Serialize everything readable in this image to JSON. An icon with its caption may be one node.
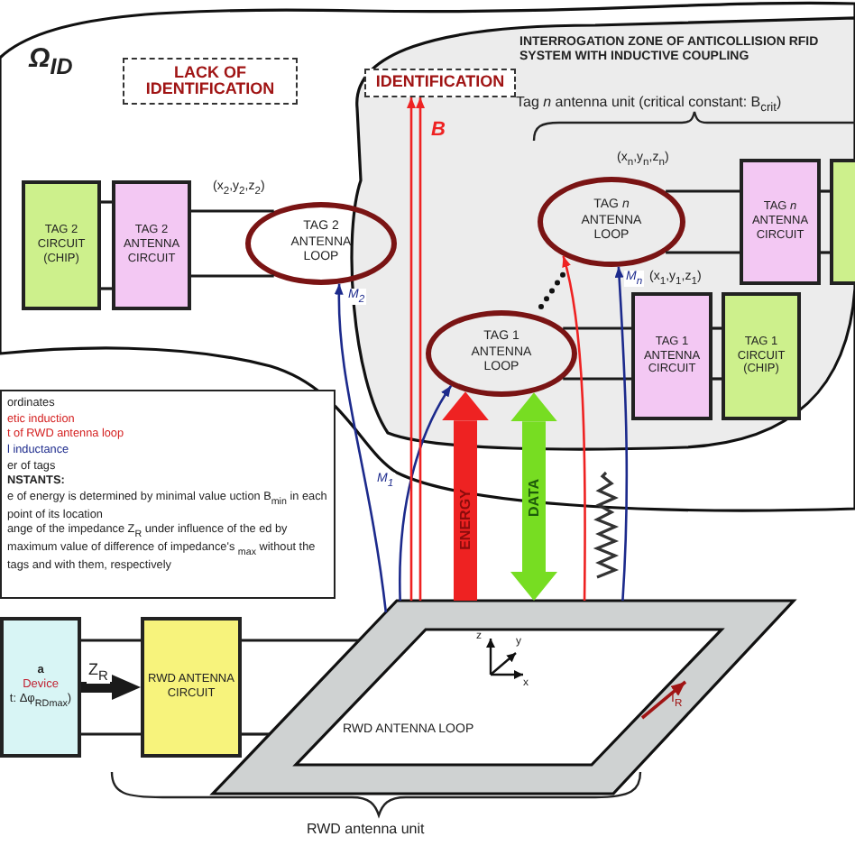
{
  "diagram": {
    "nodes": [
      {
        "text": [
          "Ω$_{ID}$"
        ]
      },
      {
        "text": [
          "LACK OF IDENTIFICATION"
        ],
        "in": 0
      },
      {
        "text": [
          "INTERROGATION ZONE OF ANTICOLLISION RFID SYSTEM WITH INDUCTIVE COUPLING"
        ],
        "in": 0
      },
      {
        "text": [
          "IDENTIFICATION"
        ],
        "in": 2
      },
      {
        "text": [
          "TAG 2 CIRCUIT (CHIP)"
        ],
        "in": 0
      },
      {
        "text": [
          "TAG 2 ANTENNA CIRCUIT"
        ],
        "in": 0
      },
      {
        "text": [
          "TAG 2 ANTENNA LOOP"
        ],
        "in": 0
      },
      {
        "text": [
          "TAG *n* ANTENNA LOOP"
        ],
        "in": 2
      },
      {
        "text": [
          "TAG *n* ANTENNA CIRCUIT"
        ],
        "in": 2
      },
      {
        "text": [],
        "shape": "box",
        "in": 2
      },
      {
        "text": [
          "TAG 1 ANTENNA LOOP"
        ],
        "in": 2
      },
      {
        "text": [
          "TAG 1 ANTENNA CIRCUIT"
        ],
        "in": 2
      },
      {
        "text": [
          "TAG 1 CIRCUIT (CHIP)"
        ],
        "in": 2
      },
      {
        "text": [
          "ordinates",
          "etic induction",
          "t of RWD antenna loop",
          "l inductance",
          "er of tags",
          "NSTANTS:",
          "e of energy is determined by minimal value uction B$_{min}$ in each point of its location",
          "ange of the impedance Z$_{R}$ under influence of the ed by maximum value of difference of impedance's $_{max}$ without the tags and with them, respectively"
        ]
      },
      {
        "text": [
          "a",
          "Device",
          "t: Δφ$_{RDmax}$)"
        ]
      },
      {
        "text": [
          "RWD ANTENNA CIRCUIT"
        ]
      },
      {
        "text": [
          "RWD ANTENNA LOOP"
        ]
      }
    ],
    "edges": [
      {
        "from": 4,
        "to": 5,
        "arrow": "none"
      },
      {
        "from": 4,
        "to": 5,
        "arrow": "none"
      },
      {
        "from": 5,
        "to": 6,
        "arrow": "none"
      },
      {
        "from": 5,
        "to": 6,
        "arrow": "none"
      },
      {
        "from": 7,
        "to": 8,
        "arrow": "none"
      },
      {
        "from": 7,
        "to": 8,
        "arrow": "none"
      },
      {
        "from": 8,
        "to": 9,
        "arrow": "none"
      },
      {
        "from": 8,
        "to": 9,
        "arrow": "none"
      },
      {
        "from": 10,
        "to": 11,
        "arrow": "none"
      },
      {
        "from": 10,
        "to": 11,
        "arrow": "none"
      },
      {
        "from": 11,
        "to": 12,
        "arrow": "none"
      },
      {
        "from": 11,
        "to": 12,
        "arrow": "none"
      },
      {
        "from": 14,
        "to": 15,
        "arrow": "none"
      },
      {
        "from": 14,
        "to": 15,
        "arrow": "none"
      },
      {
        "from": 15,
        "to": 16,
        "arrow": "none"
      },
      {
        "from": 15,
        "to": 16,
        "arrow": "none"
      },
      {
        "from": 14,
        "to": 15,
        "arrow": "to",
        "label": "Z$_{R}$",
        "style": "thick"
      },
      {
        "from": 16,
        "to": 6,
        "arrow": "to",
        "label": "M$_{2}$",
        "color": "#1c2a8c"
      },
      {
        "from": 16,
        "to": 10,
        "arrow": "to",
        "label": "M$_{1}$",
        "color": "#1c2a8c"
      },
      {
        "from": 16,
        "to": 7,
        "arrow": "to",
        "label": "M$_{n}$",
        "color": "#1c2a8c"
      },
      {
        "from": 16,
        "to": 10,
        "arrow": "to",
        "label": "ENERGY",
        "style": "thick",
        "color": "#ee2222"
      },
      {
        "from": 16,
        "to": 10,
        "arrow": "both",
        "label": "DATA",
        "style": "thick",
        "color": "#77dd22"
      },
      {
        "from": 16,
        "to": 3,
        "arrow": "to",
        "color": "#ee2222"
      },
      {
        "from": 16,
        "to": 3,
        "arrow": "to",
        "label": "B",
        "color": "#ee2222"
      },
      {
        "from": 16,
        "to": 7,
        "arrow": "to",
        "color": "#ee2222"
      }
    ],
    "labels": [
      "(x$_{2}$,y$_{2}$,z$_{2}$)",
      "Tag *n* antenna unit (critical constant: B$_{crit}$)",
      "(x$_{n}$,y$_{n}$,z$_{n}$)",
      "(x$_{1}$,y$_{1}$,z$_{1}$)",
      "z",
      "y",
      "x",
      "I$_{R}$",
      "RWD antenna unit"
    ]
  }
}
